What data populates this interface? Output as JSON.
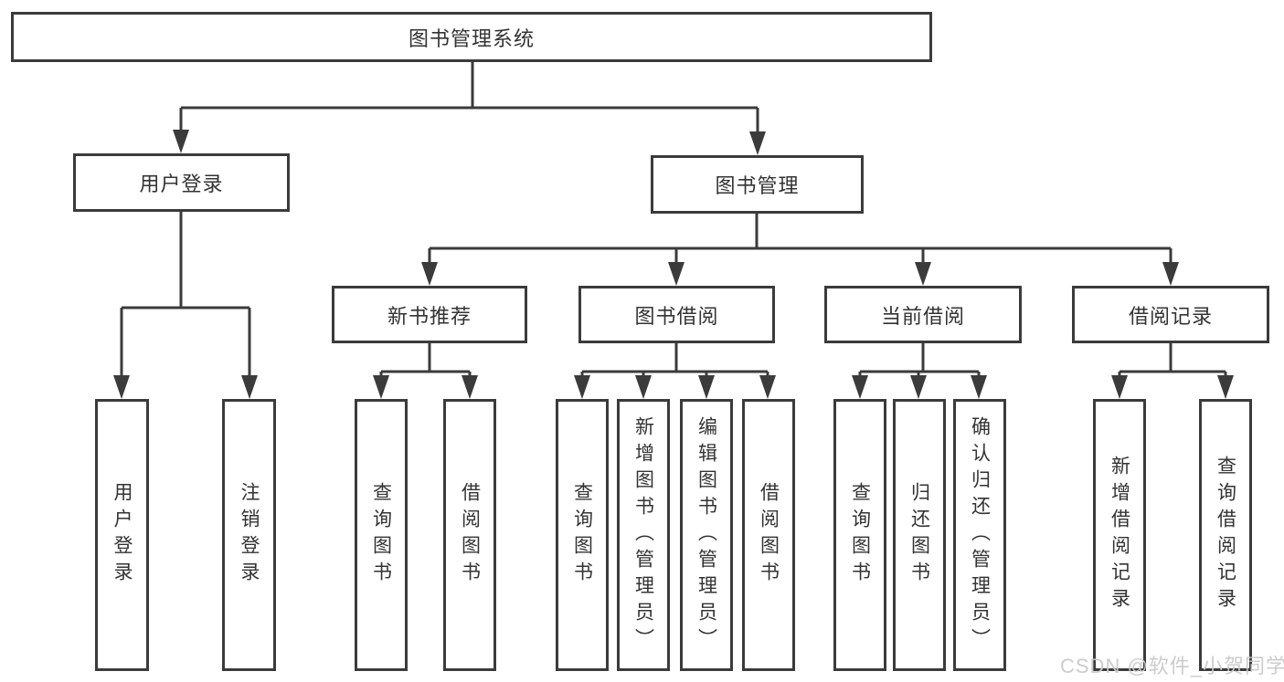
{
  "diagram_title": "图书管理系统",
  "tree": {
    "label": "图书管理系统",
    "children": [
      {
        "label": "用户登录",
        "children": [
          {
            "label": "用户登录"
          },
          {
            "label": "注销登录"
          }
        ]
      },
      {
        "label": "图书管理",
        "children": [
          {
            "label": "新书推荐",
            "children": [
              {
                "label": "查询图书"
              },
              {
                "label": "借阅图书"
              }
            ]
          },
          {
            "label": "图书借阅",
            "children": [
              {
                "label": "查询图书"
              },
              {
                "label": "新增图书（管理员）"
              },
              {
                "label": "编辑图书（管理员）"
              },
              {
                "label": "借阅图书"
              }
            ]
          },
          {
            "label": "当前借阅",
            "children": [
              {
                "label": "查询图书"
              },
              {
                "label": "归还图书"
              },
              {
                "label": "确认归还（管理员）"
              }
            ]
          },
          {
            "label": "借阅记录",
            "children": [
              {
                "label": "新增借阅记录"
              },
              {
                "label": "查询借阅记录"
              }
            ]
          }
        ]
      }
    ]
  },
  "watermark": {
    "text": "CSDN @软件_小贺同学"
  },
  "colors": {
    "line": "#3b3b3b",
    "box_border": "#3b3b3b",
    "text": "#333333",
    "watermark": "#c9c9c9",
    "background": "#ffffff"
  }
}
